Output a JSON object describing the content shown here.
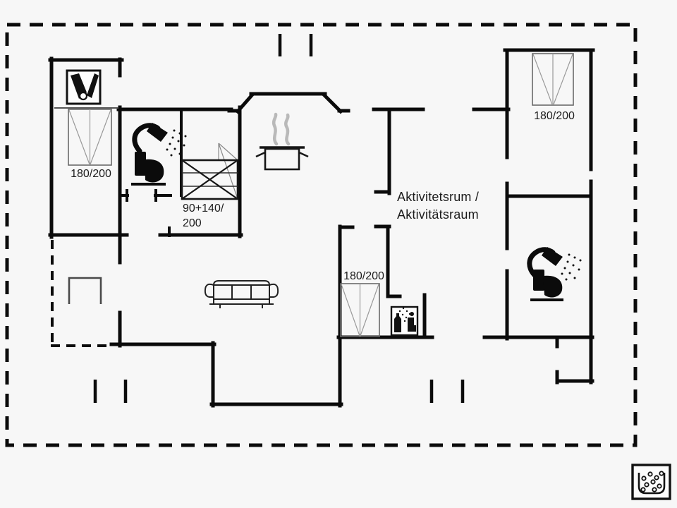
{
  "page": {
    "background": "#f7f7f7",
    "type": "holiday-house floor plan"
  },
  "floorplan": {
    "border_style": "dashed plot boundary",
    "labels": {
      "bed_top_left": "180/200",
      "bunk_line1": "90+140/",
      "bunk_line2": "200",
      "bed_middle": "180/200",
      "bed_top_right": "180/200",
      "activity_line1": "Aktivitetsrum /",
      "activity_line2": "Aktivitätsraum"
    },
    "icons": [
      {
        "name": "bottles-icon",
        "location": "top-left bedroom closet"
      },
      {
        "name": "shower-icon",
        "location": "left bathroom"
      },
      {
        "name": "toilet-icon",
        "location": "left bathroom"
      },
      {
        "name": "bunk-bed-symbol",
        "location": "bunk bedroom"
      },
      {
        "name": "kitchen-pot-icon",
        "location": "kitchen"
      },
      {
        "name": "bed-symbol",
        "location": "top-left bedroom"
      },
      {
        "name": "bed-symbol",
        "location": "middle bedroom"
      },
      {
        "name": "bed-symbol",
        "location": "top-right bedroom"
      },
      {
        "name": "sofa-icon",
        "location": "living room"
      },
      {
        "name": "sauna-icon",
        "location": "utility niche"
      },
      {
        "name": "shower-icon",
        "location": "right bathroom"
      },
      {
        "name": "toilet-icon",
        "location": "right bathroom"
      },
      {
        "name": "garden-furniture-icon",
        "location": "west terrace"
      },
      {
        "name": "bubbles-logo-icon",
        "location": "bottom-right corner"
      },
      {
        "name": "chimney-marks",
        "location": "north, south-west, south-middle"
      }
    ],
    "colors": {
      "wall": "#0b0b0b",
      "object_stroke": "#2b2b2b",
      "light_line": "#909090",
      "steam": "#b9b9b9",
      "text": "#1c1c1c",
      "background": "#f7f7f7"
    }
  }
}
